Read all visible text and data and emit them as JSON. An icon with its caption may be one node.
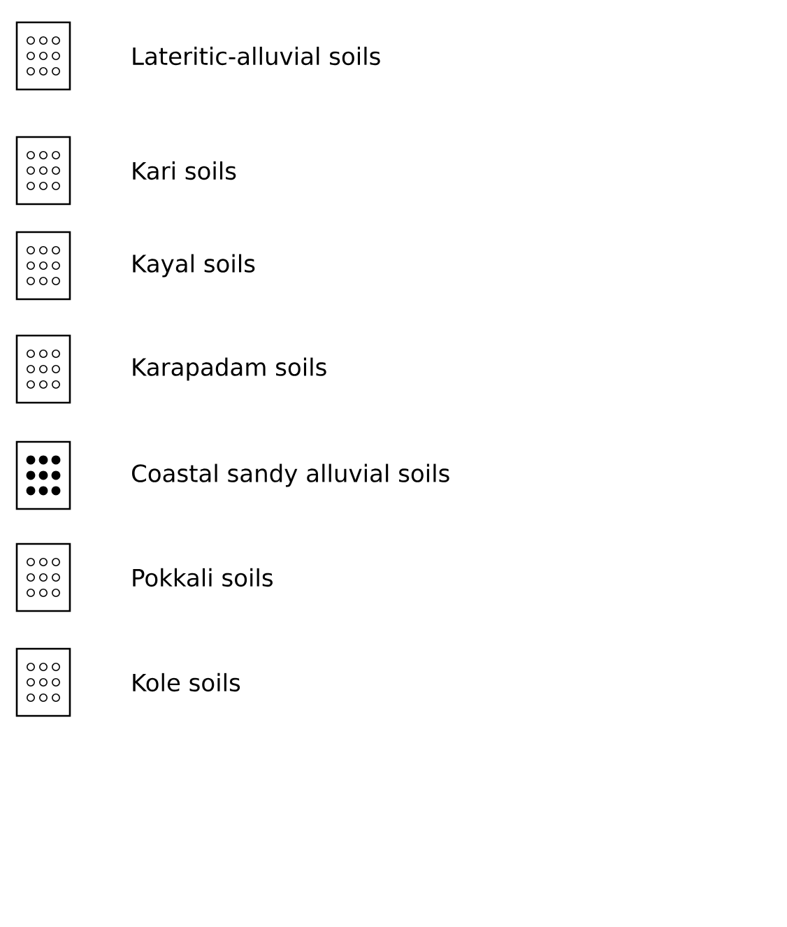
{
  "diagram": {
    "legend": [
      {
        "text": "Lateritic-alluvial soils"
      },
      {
        "text": "Kari soils"
      },
      {
        "text": "Kayal soils"
      },
      {
        "text": "Karapadam soils"
      },
      {
        "text": "Coastal sandy alluvial soils"
      },
      {
        "text": "Pokkali soils"
      },
      {
        "text": "Kole soils"
      }
    ]
  }
}
